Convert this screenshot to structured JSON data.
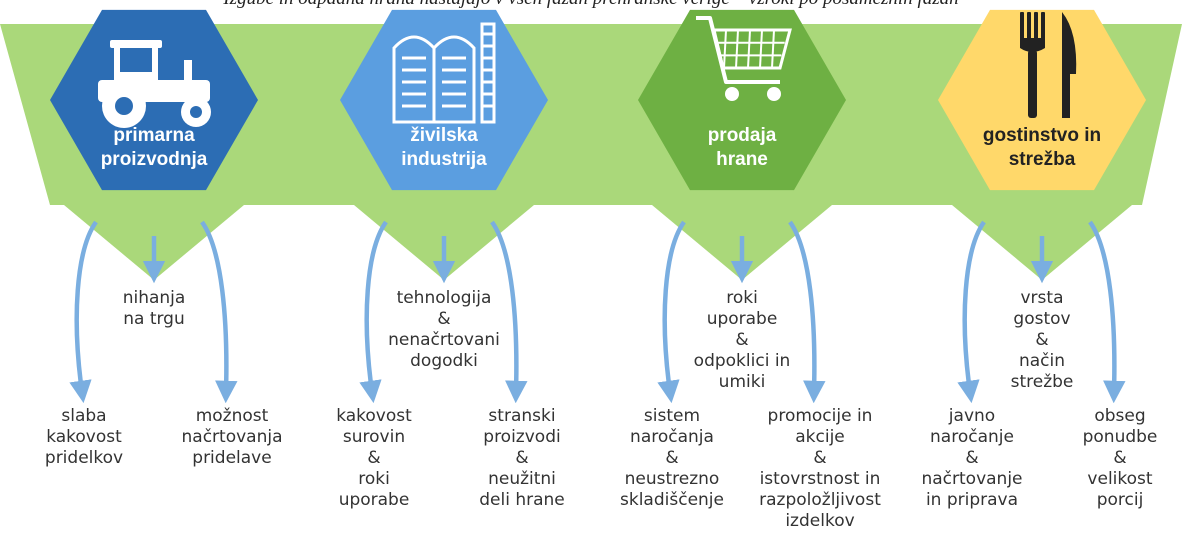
{
  "caption": "Izgube in odpadna hrana nastajajo v vseh fazah prehranske verige – vzroki po posameznih fazah",
  "colors": {
    "band": "#aad87a",
    "arrow": "#7aaee0",
    "text": "#333333"
  },
  "stages": [
    {
      "id": "primary",
      "label_lines": [
        "primarna",
        "proizvodnja"
      ],
      "icon": "tractor-icon",
      "color": "#2c6db4",
      "factors": {
        "center": [
          "nihanja",
          "na trgu"
        ],
        "left": [
          "slaba",
          "kakovost",
          "pridelkov"
        ],
        "right": [
          "možnost",
          "načrtovanja",
          "pridelave"
        ]
      }
    },
    {
      "id": "industry",
      "label_lines": [
        "živilska",
        "industrija"
      ],
      "icon": "silo-factory-icon",
      "color": "#5b9ee0",
      "factors": {
        "center": [
          "tehnologija",
          "&",
          "nenačrtovani",
          "dogodki"
        ],
        "left": [
          "kakovost",
          "surovin",
          "&",
          "roki",
          "uporabe"
        ],
        "right": [
          "stranski",
          "proizvodi",
          "&",
          "neužitni",
          "deli hrane"
        ]
      }
    },
    {
      "id": "retail",
      "label_lines": [
        "prodaja",
        "hrane"
      ],
      "icon": "shopping-cart-icon",
      "color": "#6eb043",
      "factors": {
        "center": [
          "roki",
          "uporabe",
          "&",
          "odpoklici in",
          "umiki"
        ],
        "left": [
          "sistem",
          "naročanja",
          "&",
          "neustrezno",
          "skladiščenje"
        ],
        "right": [
          "promocije in",
          "akcije",
          "&",
          "istovrstnost in",
          "razpoložljivost",
          "izdelkov"
        ]
      }
    },
    {
      "id": "catering",
      "label_lines": [
        "gostinstvo in",
        "strežba"
      ],
      "icon": "fork-knife-icon",
      "color": "#ffd86a",
      "factors": {
        "center": [
          "vrsta",
          "gostov",
          "&",
          "način",
          "strežbe"
        ],
        "left": [
          "javno",
          "naročanje",
          "&",
          "načrtovanje",
          "in priprava"
        ],
        "right": [
          "obseg",
          "ponudbe",
          "&",
          "velikost",
          "porcij"
        ]
      }
    }
  ]
}
